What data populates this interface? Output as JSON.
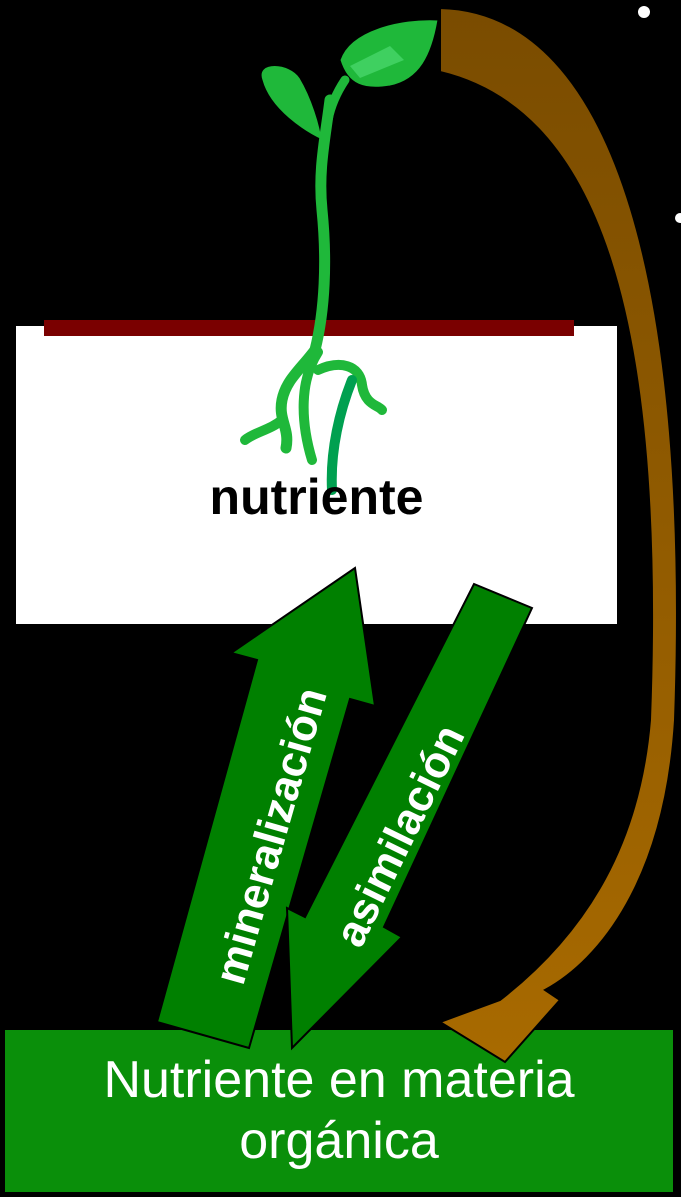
{
  "diagram": {
    "nutrient_label": "nutriente",
    "mineralization_label": "mineralización",
    "assimilation_label": "asimilación",
    "organic_label_line1": "Nutriente en materia",
    "organic_label_line2": "orgánica"
  },
  "colors": {
    "background": "#000000",
    "soil_box": "#ffffff",
    "soil_line": "#7a0000",
    "arrow_green": "#008000",
    "organic_box": "#0a8f0a",
    "plant_green": "#1fb83a",
    "plant_dark": "#00a050",
    "return_arrow": "#9a6200"
  }
}
